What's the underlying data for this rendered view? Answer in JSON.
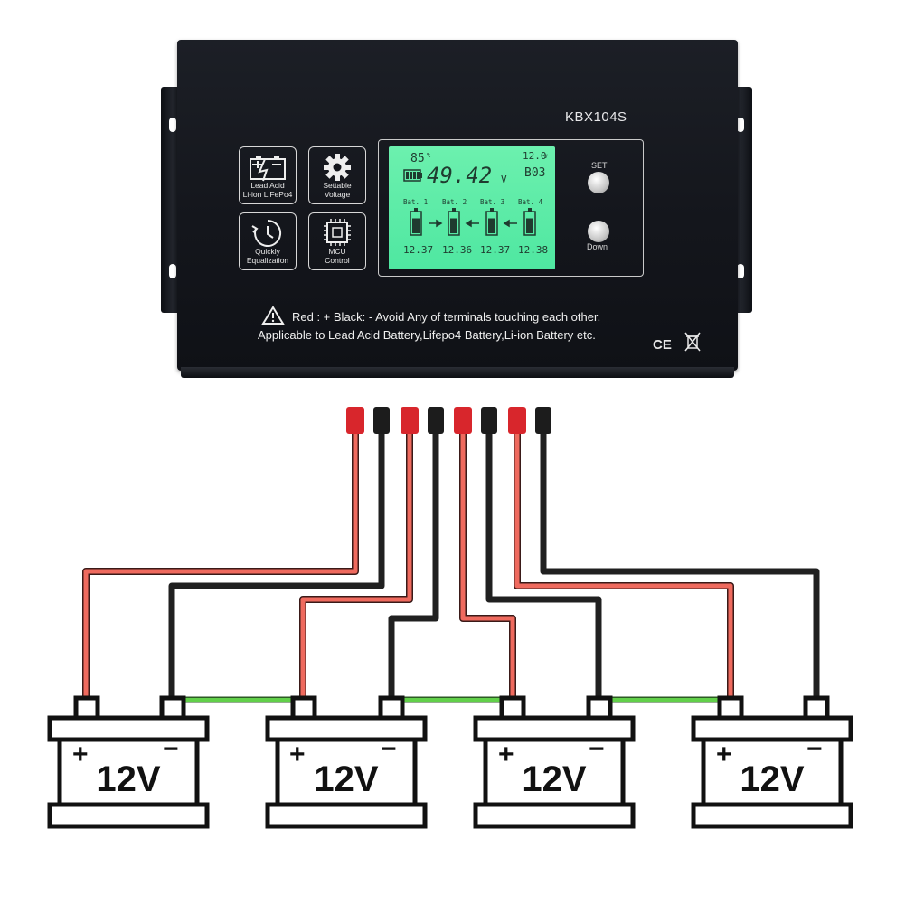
{
  "device": {
    "model": "KBX104S",
    "features": [
      {
        "line1": "Lead Acid",
        "line2": "Li-ion LiFePo4",
        "icon": "battery-type-icon"
      },
      {
        "line1": "Settable",
        "line2": "Voltage",
        "icon": "gear-icon"
      },
      {
        "line1": "Quickly",
        "line2": "Equalization",
        "icon": "clock-icon"
      },
      {
        "line1": "MCU",
        "line2": "Control",
        "icon": "chip-icon"
      }
    ],
    "lcd": {
      "percent": "85",
      "percent_unit": "%",
      "total_voltage": "49.42",
      "total_unit": "V",
      "set_voltage": "12.0",
      "set_unit": "V",
      "mode": "B03",
      "battery_voltages": [
        "12.37",
        "12.36",
        "12.37",
        "12.38"
      ],
      "battery_names": [
        "Bat. 1",
        "Bat. 2",
        "Bat. 3",
        "Bat. 4"
      ],
      "battery_levels": [
        0.75,
        0.75,
        0.75,
        0.75
      ]
    },
    "buttons": {
      "set_label": "SET",
      "down_label": "Down"
    },
    "warning_line1": "Red : +  Black: -  Avoid Any of terminals touching each other.",
    "warning_line2": "Applicable to Lead Acid Battery,Lifepo4 Battery,Li-ion Battery etc.",
    "cert": "CE"
  },
  "batteries": [
    {
      "label": "12V",
      "plus": "+",
      "minus": "−"
    },
    {
      "label": "12V",
      "plus": "+",
      "minus": "−"
    },
    {
      "label": "12V",
      "plus": "+",
      "minus": "−"
    },
    {
      "label": "12V",
      "plus": "+",
      "minus": "−"
    }
  ],
  "colors": {
    "positive_wire": "#e8655a",
    "negative_wire": "#1f1f1f",
    "link_wire": "#5fcf4a",
    "lcd": "#5eeca8"
  }
}
